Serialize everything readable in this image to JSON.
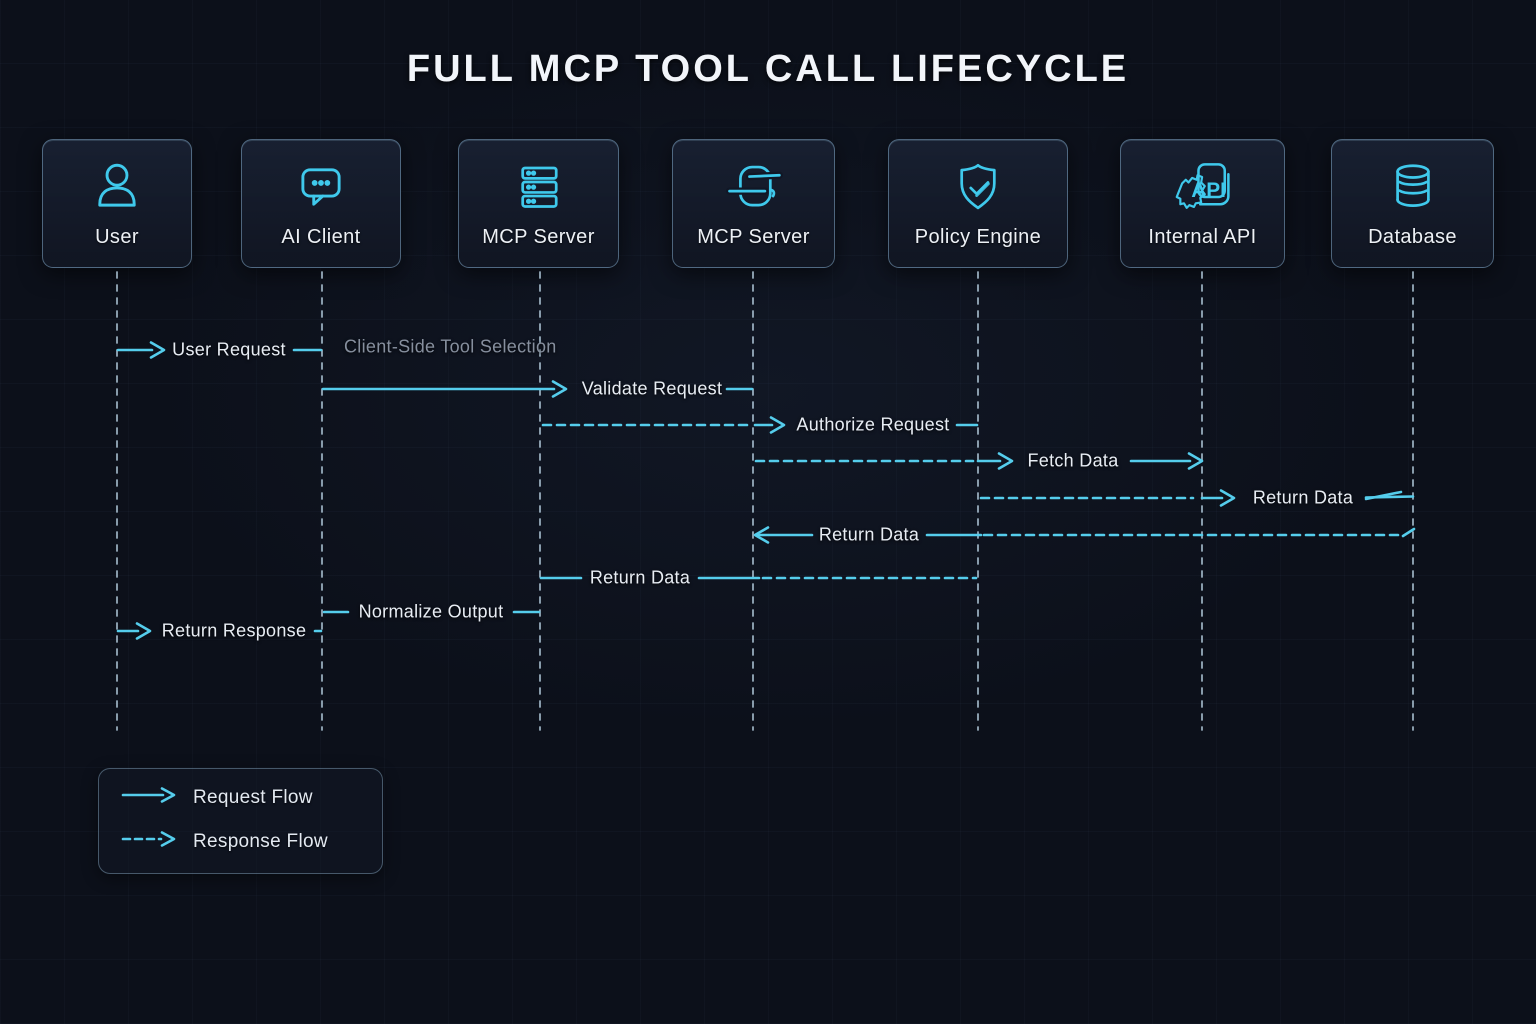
{
  "title": "FULL MCP TOOL CALL LIFECYCLE",
  "actors": [
    {
      "label": "User",
      "icon": "user-icon"
    },
    {
      "label": "AI Client",
      "icon": "chat-bubble-icon"
    },
    {
      "label": "MCP Server",
      "icon": "server-rack-icon"
    },
    {
      "label": "MCP Server",
      "icon": "mcp-logo-icon"
    },
    {
      "label": "Policy Engine",
      "icon": "shield-check-icon"
    },
    {
      "label": "Internal API",
      "icon": "api-document-gear-icon"
    },
    {
      "label": "Database",
      "icon": "database-cylinder-icon"
    }
  ],
  "messages": [
    {
      "label": "User Request",
      "from": "User",
      "to": "AI Client",
      "style": "solid"
    },
    {
      "label": "Client-Side Tool Selection",
      "from": "AI Client",
      "to": "AI Client",
      "style": "note"
    },
    {
      "label": "Validate Request",
      "from": "AI Client",
      "to": "MCP Server",
      "style": "solid"
    },
    {
      "label": "Authorize Request",
      "from": "MCP Server",
      "to": "Policy Engine",
      "style": "dashed"
    },
    {
      "label": "Fetch Data",
      "from": "Policy Engine",
      "to": "Internal API",
      "style": "dashed"
    },
    {
      "label": "Return Data",
      "from": "Internal API",
      "to": "Database",
      "style": "dashed"
    },
    {
      "label": "Return Data",
      "from": "Database",
      "to": "MCP Server",
      "style": "dashed"
    },
    {
      "label": "Return Data",
      "from": "Policy Engine",
      "to": "MCP Server",
      "style": "dashed"
    },
    {
      "label": "Normalize Output",
      "from": "MCP Server",
      "to": "AI Client",
      "style": "solid"
    },
    {
      "label": "Return Response",
      "from": "AI Client",
      "to": "User",
      "style": "solid"
    }
  ],
  "legend": {
    "request_label": "Request Flow",
    "response_label": "Response Flow"
  },
  "colors": {
    "background": "#0c101a",
    "accent_cyan": "#55cdec",
    "icon_cyan": "#3fc9ec",
    "box_border": "#80a6c4",
    "lifeline": "#b9d2e4",
    "text": "#e8edf4",
    "muted_text": "#868f9e"
  }
}
